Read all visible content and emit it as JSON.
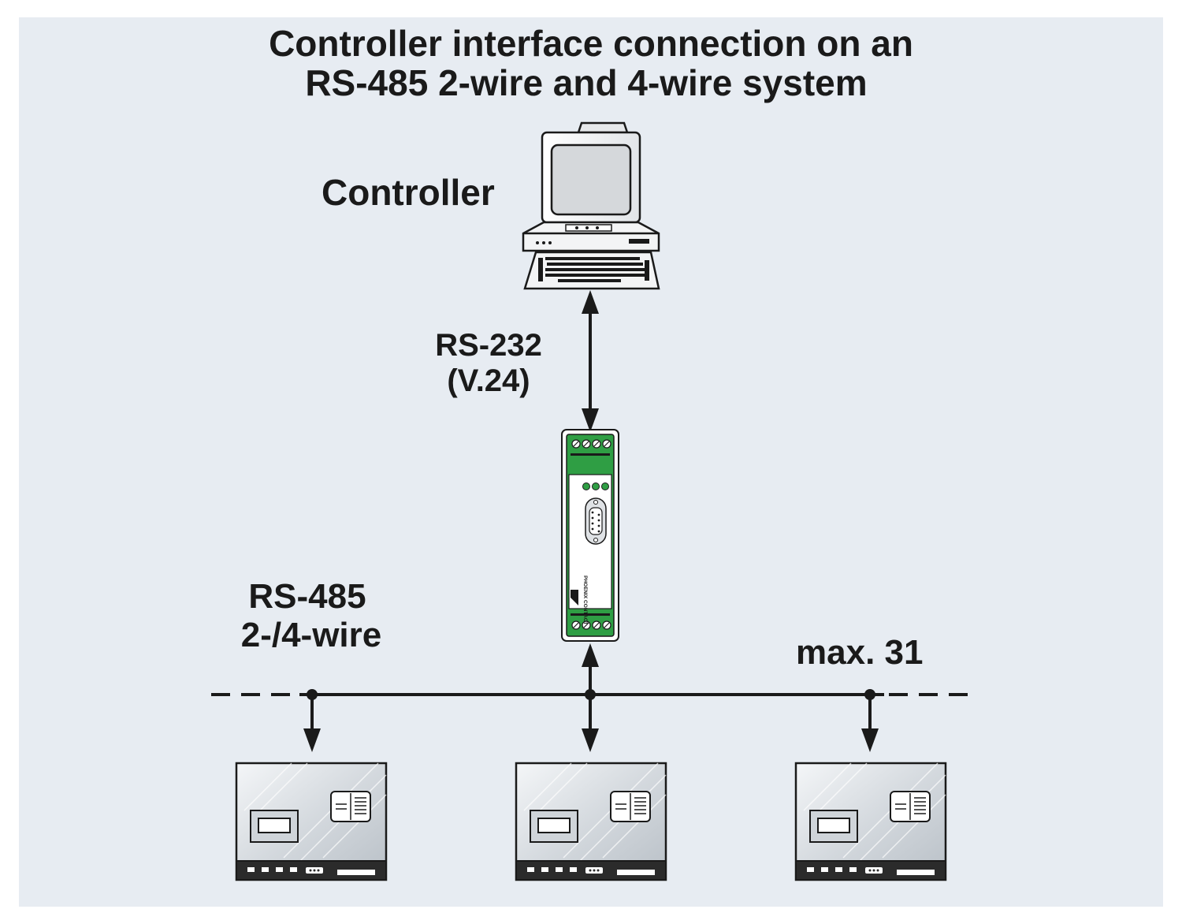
{
  "title": {
    "line1": "Controller interface connection on an",
    "line2": "RS-485 2-wire and 4-wire system"
  },
  "labels": {
    "controller": "Controller",
    "rs232_line1": "RS-232",
    "rs232_line2": "(V.24)",
    "rs485_line1": "RS-485",
    "rs485_line2": "2-/4-wire",
    "max_devices": "max. 31"
  },
  "converter": {
    "brand_text": "PHOENIX CONTACT"
  },
  "colors": {
    "background": "#e7ecf2",
    "line": "#1a1a1a",
    "converter_green": "#2f9e44"
  },
  "icons": [
    "computer-icon",
    "interface-converter-icon",
    "field-device-icon"
  ]
}
